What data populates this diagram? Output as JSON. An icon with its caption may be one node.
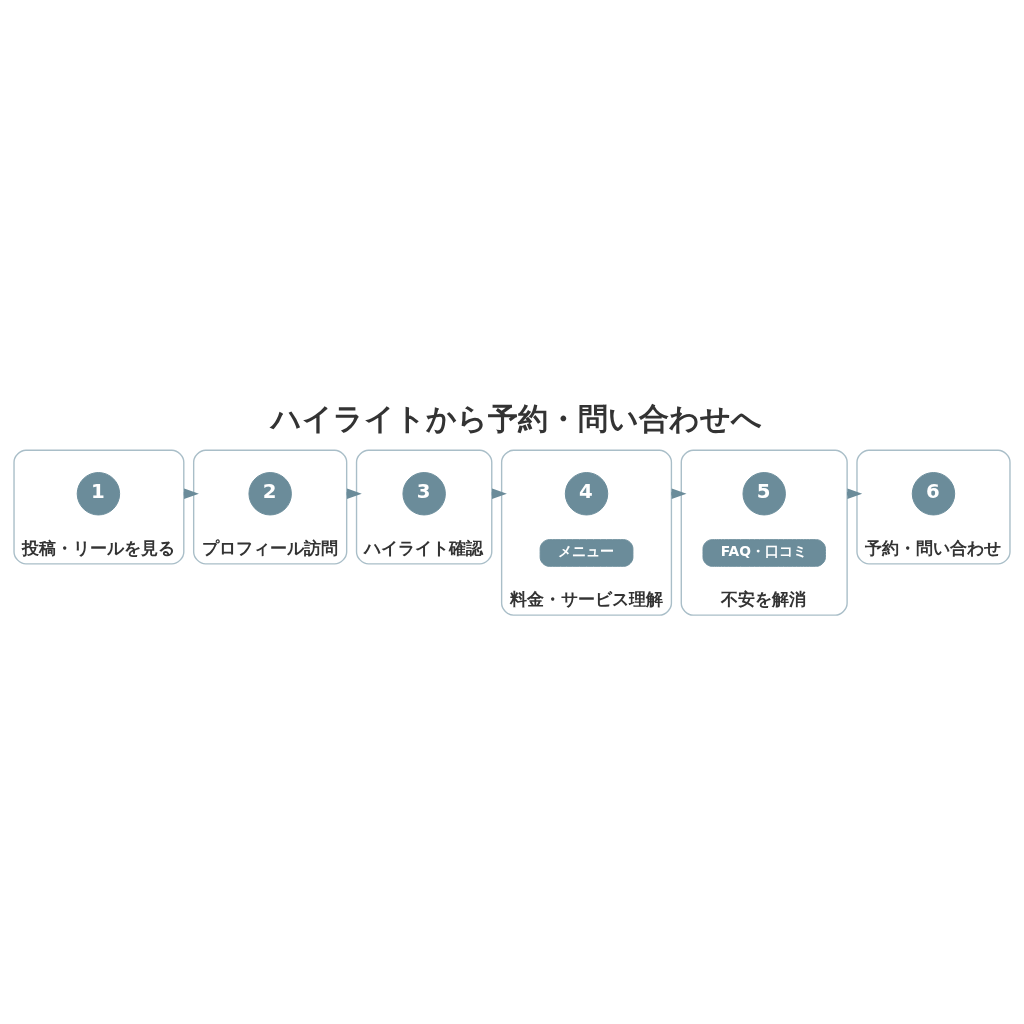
{
  "diagram": {
    "title": "ハイライトから予約・問い合わせへ",
    "nodes": [
      {
        "text": [
          "投稿・リールを見る"
        ]
      },
      {
        "text": [
          "1"
        ],
        "in": 0
      },
      {
        "text": [
          "プロフィール訪問"
        ]
      },
      {
        "text": [
          "2"
        ],
        "in": 2
      },
      {
        "text": [
          "ハイライト確認"
        ]
      },
      {
        "text": [
          "3"
        ],
        "in": 4
      },
      {
        "text": [
          "料金・サービス理解"
        ]
      },
      {
        "text": [
          "4"
        ],
        "in": 6
      },
      {
        "text": [
          "メニュー"
        ],
        "in": 6
      },
      {
        "text": [
          "不安を解消"
        ]
      },
      {
        "text": [
          "5"
        ],
        "in": 9
      },
      {
        "text": [
          "FAQ・口コミ"
        ],
        "in": 9
      },
      {
        "text": [
          "予約・問い合わせ"
        ]
      },
      {
        "text": [
          "6"
        ],
        "in": 12
      }
    ],
    "edges": [
      {
        "from": 0,
        "to": 2,
        "arrow": "to"
      },
      {
        "from": 2,
        "to": 4,
        "arrow": "to"
      },
      {
        "from": 4,
        "to": 6,
        "arrow": "to"
      },
      {
        "from": 6,
        "to": 9,
        "arrow": "to"
      },
      {
        "from": 9,
        "to": 12,
        "arrow": "to"
      }
    ]
  }
}
